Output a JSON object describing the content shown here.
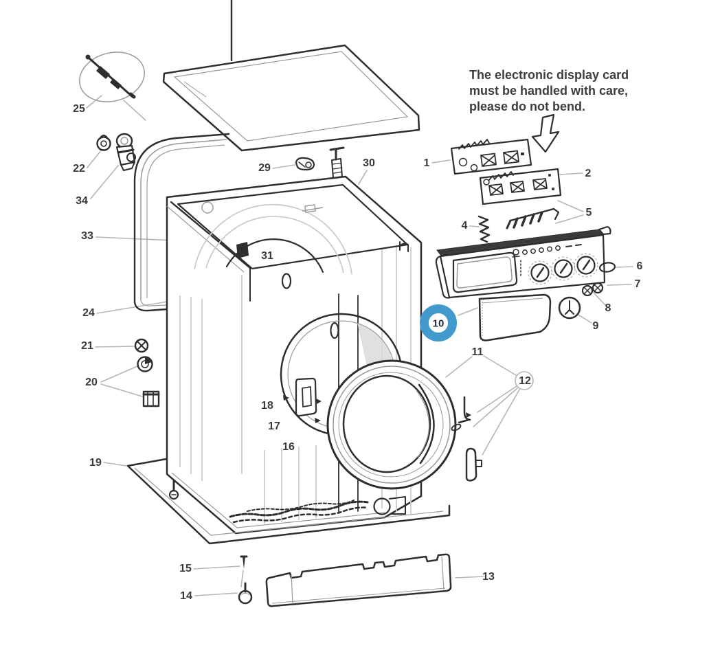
{
  "colors": {
    "ink": "#2e2e2e",
    "leader_gray": "#b5b5b5",
    "highlight_blue": "#4299cc",
    "paper": "#ffffff"
  },
  "note": {
    "line1": "The electronic display card",
    "line2": "must be handled with care,",
    "line3": "please do not bend."
  },
  "highlight_badge": {
    "number": "10"
  },
  "callouts": {
    "c1": {
      "number": "1"
    },
    "c2": {
      "number": "2"
    },
    "c4": {
      "number": "4"
    },
    "c5": {
      "number": "5"
    },
    "c6": {
      "number": "6"
    },
    "c7": {
      "number": "7"
    },
    "c8": {
      "number": "8"
    },
    "c9": {
      "number": "9"
    },
    "c11": {
      "number": "11"
    },
    "c12": {
      "number": "12"
    },
    "c13": {
      "number": "13"
    },
    "c14": {
      "number": "14"
    },
    "c15": {
      "number": "15"
    },
    "c16": {
      "number": "16"
    },
    "c17": {
      "number": "17"
    },
    "c18": {
      "number": "18"
    },
    "c19": {
      "number": "19"
    },
    "c20": {
      "number": "20"
    },
    "c21": {
      "number": "21"
    },
    "c22": {
      "number": "22"
    },
    "c24": {
      "number": "24"
    },
    "c25": {
      "number": "25"
    },
    "c29": {
      "number": "29"
    },
    "c30": {
      "number": "30"
    },
    "c31": {
      "number": "31"
    },
    "c33": {
      "number": "33"
    },
    "c34": {
      "number": "34"
    }
  }
}
